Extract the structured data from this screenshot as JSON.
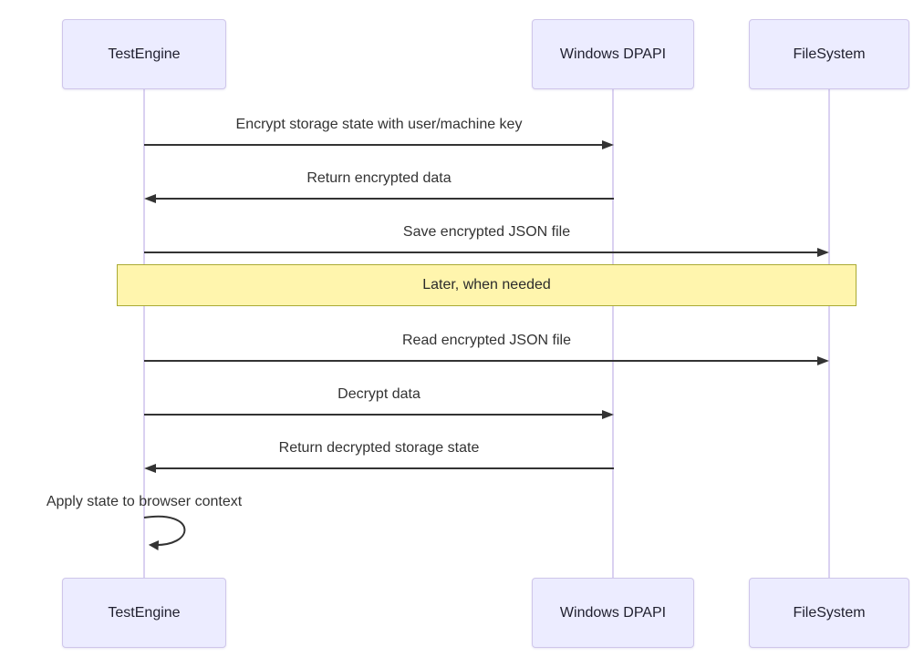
{
  "diagram": {
    "type": "sequence",
    "actors": [
      {
        "id": "testengine",
        "name": "TestEngine"
      },
      {
        "id": "dpapi",
        "name": "Windows DPAPI"
      },
      {
        "id": "filesystem",
        "name": "FileSystem"
      }
    ],
    "messages": [
      {
        "from": "TestEngine",
        "to": "Windows DPAPI",
        "direction": "right",
        "label": "Encrypt storage state with user/machine key"
      },
      {
        "from": "Windows DPAPI",
        "to": "TestEngine",
        "direction": "left",
        "label": "Return encrypted data"
      },
      {
        "from": "TestEngine",
        "to": "FileSystem",
        "direction": "right",
        "label": "Save encrypted JSON file"
      },
      {
        "from": "TestEngine",
        "to": "FileSystem",
        "direction": "right",
        "label": "Read encrypted JSON file"
      },
      {
        "from": "TestEngine",
        "to": "Windows DPAPI",
        "direction": "right",
        "label": "Decrypt data"
      },
      {
        "from": "Windows DPAPI",
        "to": "TestEngine",
        "direction": "left",
        "label": "Return decrypted storage state"
      },
      {
        "from": "TestEngine",
        "to": "TestEngine",
        "direction": "self",
        "label": "Apply state to browser context"
      }
    ],
    "note": {
      "label": "Later, when needed",
      "over": "TestEngine, FileSystem"
    },
    "colors": {
      "actor_fill": "#ECECFF",
      "actor_border": "#cfc6ea",
      "lifeline": "#dad1f1",
      "arrow": "#333333",
      "note_fill": "#fff5ad",
      "note_border": "#aaaa33",
      "text": "#333333"
    }
  }
}
